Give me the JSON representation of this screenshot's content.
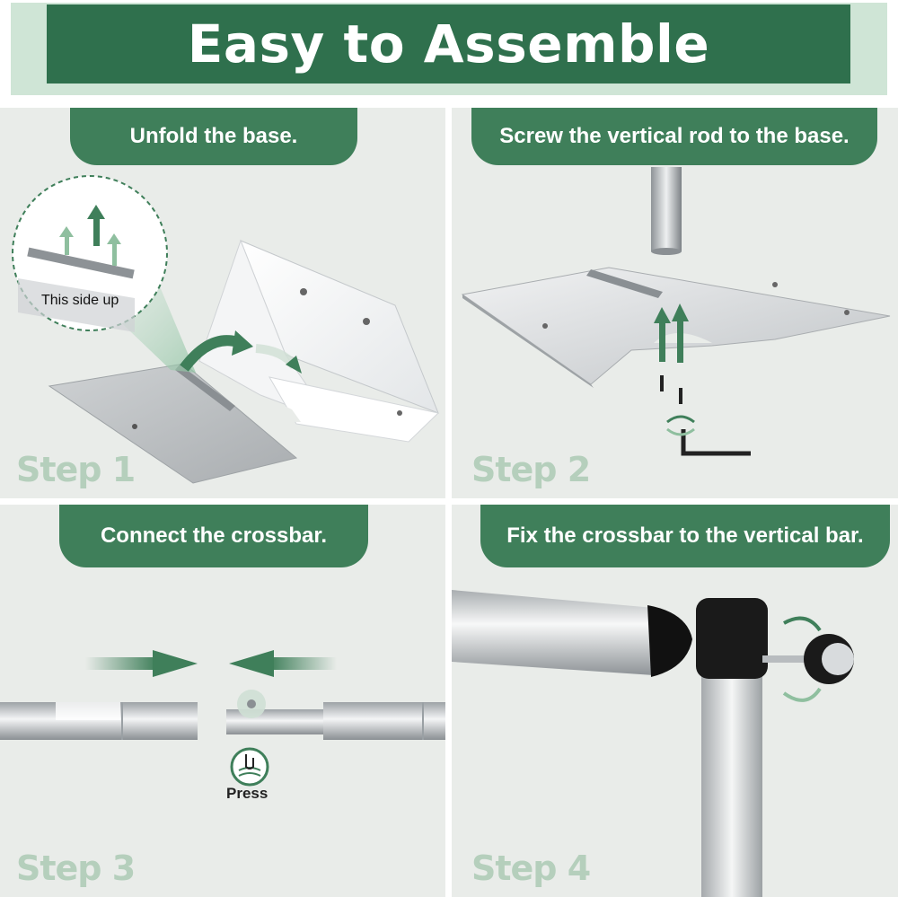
{
  "header": {
    "title": "Easy to Assemble"
  },
  "steps": [
    {
      "caption": "Unfold the base.",
      "step_label": "Step 1",
      "annotation": "This side up"
    },
    {
      "caption": "Screw the vertical rod to the base.",
      "step_label": "Step 2"
    },
    {
      "caption": "Connect the crossbar.",
      "step_label": "Step 3",
      "annotation": "Press"
    },
    {
      "caption": "Fix the crossbar to the vertical bar.",
      "step_label": "Step 4"
    }
  ],
  "colors": {
    "header_green": "#2f704d",
    "tab_green": "#3f7f5a",
    "header_mint": "#cfe5d6",
    "panel_gray": "#e9ece9",
    "step_text": "#b5cfbc"
  }
}
